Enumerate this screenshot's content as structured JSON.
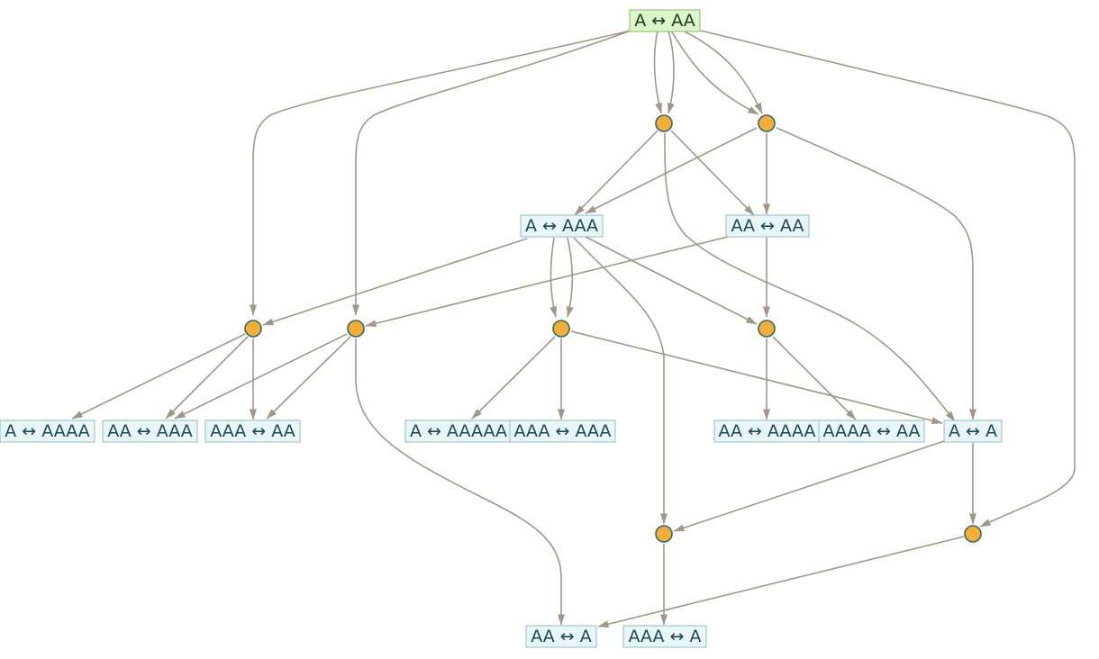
{
  "graph": {
    "colors": {
      "edge": "#a09788",
      "event_fill": "#f4ae38",
      "event_stroke": "#2d6b6a",
      "state_fill": "#e8f6f7",
      "state_stroke": "#8fbcbf",
      "root_fill": "#dcf5c9",
      "root_stroke": "#8cbc6a",
      "text": "#1d4850"
    },
    "states": {
      "s_root": "A ↔ AA",
      "s_a_aaa": "A ↔ AAA",
      "s_aa_aa": "AA ↔ AA",
      "s_a_aaaa": "A ↔ AAAA",
      "s_aa_aaa": "AA ↔ AAA",
      "s_aaa_aa": "AAA ↔ AA",
      "s_a_aaaaa": "A ↔ AAAAA",
      "s_aaa_aaa": "AAA ↔ AAA",
      "s_aa_aaaa": "AA ↔ AAAA",
      "s_aaaa_aa": "AAAA ↔ AA",
      "s_a_a": "A ↔ A",
      "s_aa_a": "AA ↔ A",
      "s_aaa_a": "AAA ↔ A"
    }
  }
}
